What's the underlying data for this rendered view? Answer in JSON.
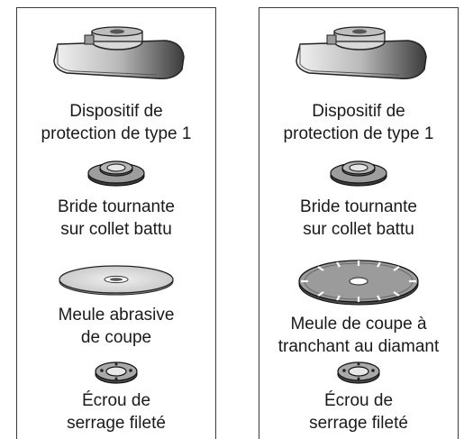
{
  "panels": [
    {
      "guard": {
        "icon": "guard-type1-icon",
        "caption": "Dispositif de\nprotection de type 1"
      },
      "flange": {
        "icon": "mounting-flange-icon",
        "caption": "Bride tournante\nsur collet battu"
      },
      "wheel": {
        "icon": "abrasive-cutting-disc-icon",
        "caption": "Meule abrasive\nde coupe"
      },
      "nut": {
        "icon": "clamping-nut-icon",
        "caption": "Écrou de\nserrage fileté"
      }
    },
    {
      "guard": {
        "icon": "guard-type1-icon",
        "caption": "Dispositif de\nprotection de type 1"
      },
      "flange": {
        "icon": "mounting-flange-icon",
        "caption": "Bride tournante\nsur collet battu"
      },
      "wheel": {
        "icon": "diamond-cutting-disc-icon",
        "caption": "Meule de coupe à\ntranchant au diamant"
      },
      "nut": {
        "icon": "clamping-nut-icon",
        "caption": "Écrou de\nserrage fileté"
      }
    }
  ]
}
